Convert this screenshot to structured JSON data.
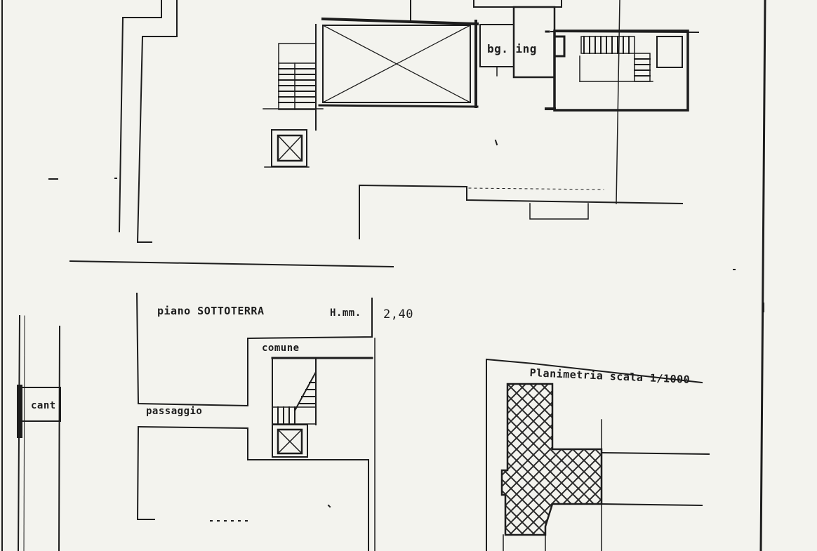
{
  "labels": {
    "bath_entry": "bg. ing",
    "floor_title": "piano SOTTOTERRA",
    "height_prefix": "H.mm.",
    "height_value": "2,40",
    "common": "comune",
    "passage": "passaggio",
    "cellar": "cant",
    "site_plan": "Planimetria scala 1/1000"
  },
  "colors": {
    "ink": "#1d1d1d",
    "paper": "#f3f3ee",
    "hatch": "#2a2a2a"
  }
}
